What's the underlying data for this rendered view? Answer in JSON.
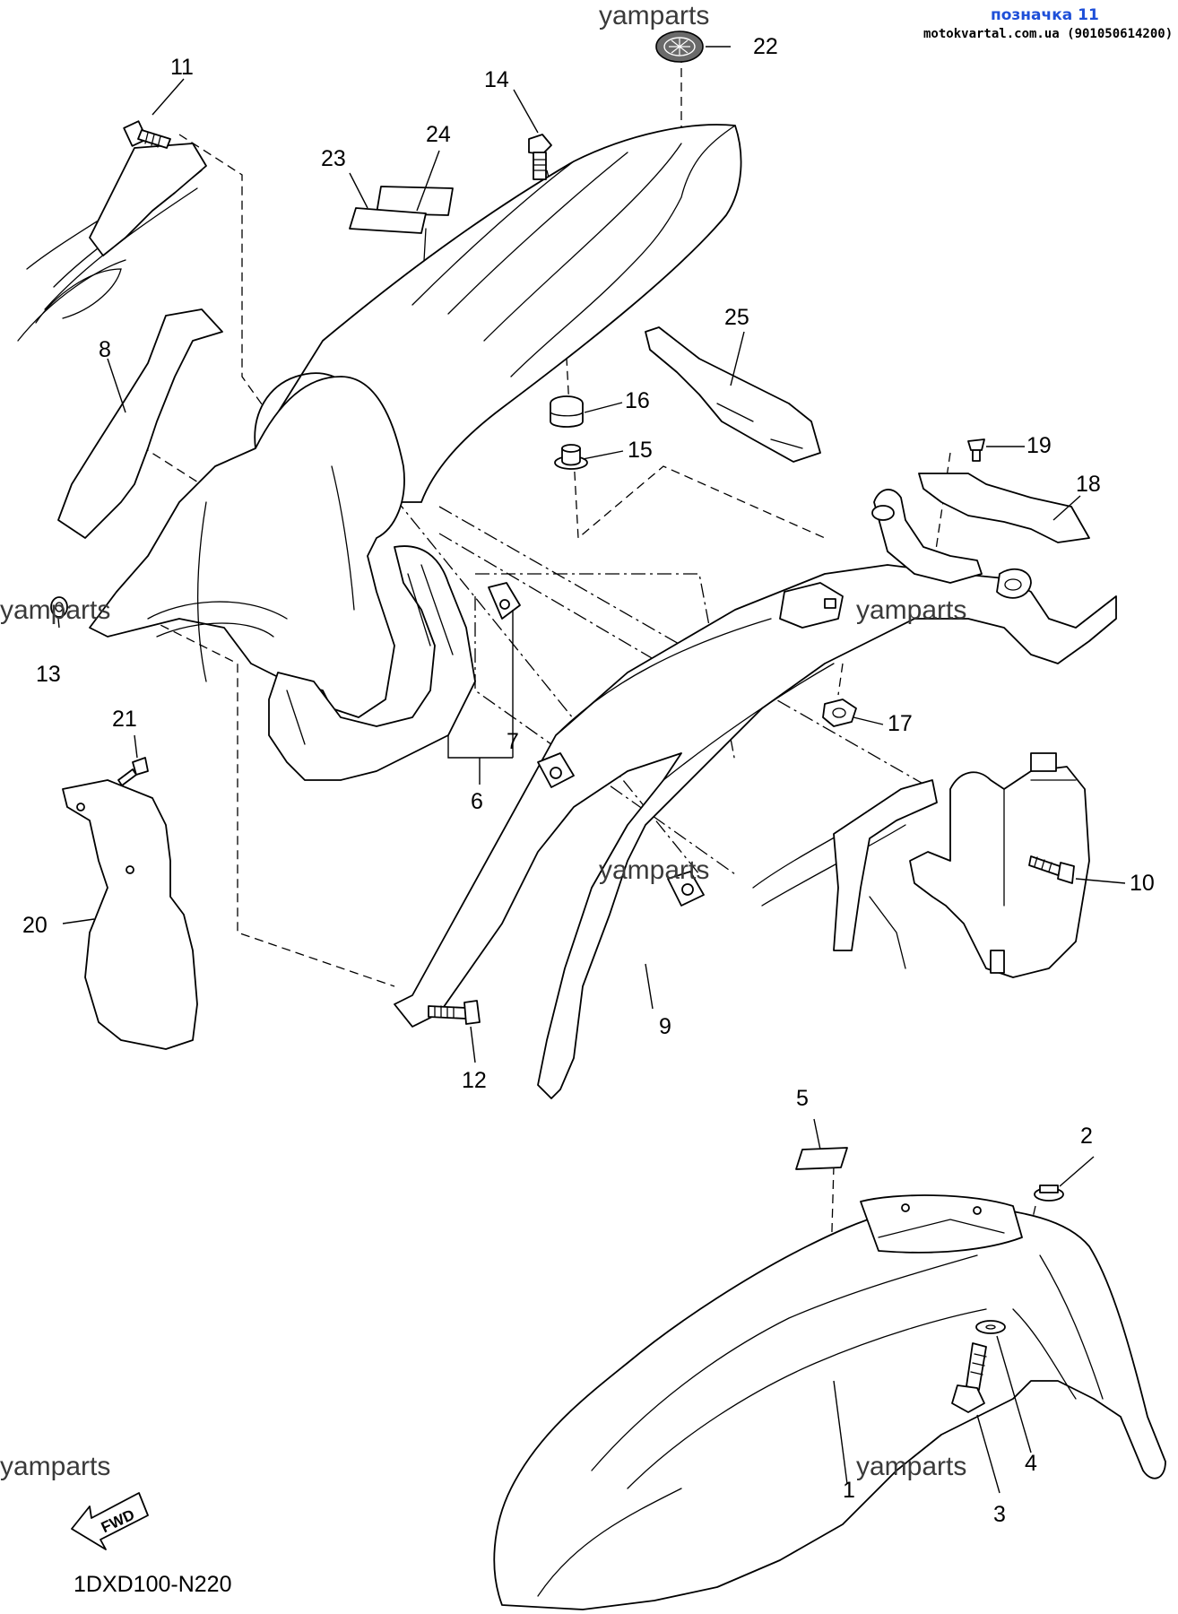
{
  "header": {
    "tag_label": "позначка 11",
    "source_line": "motokvartal.com.ua (901050614200)"
  },
  "watermark": "yamparts",
  "diagram_code": "1DXD100-N220",
  "fwd_label": "FWD",
  "callouts": [
    "1",
    "2",
    "3",
    "4",
    "5",
    "6",
    "7",
    "8",
    "9",
    "10",
    "11",
    "12",
    "13",
    "14",
    "15",
    "16",
    "17",
    "18",
    "19",
    "20",
    "21",
    "22",
    "23",
    "24",
    "25"
  ],
  "colors": {
    "line": "#000000",
    "tag": "#1e4fd8",
    "watermark": "#3a3a3a"
  }
}
